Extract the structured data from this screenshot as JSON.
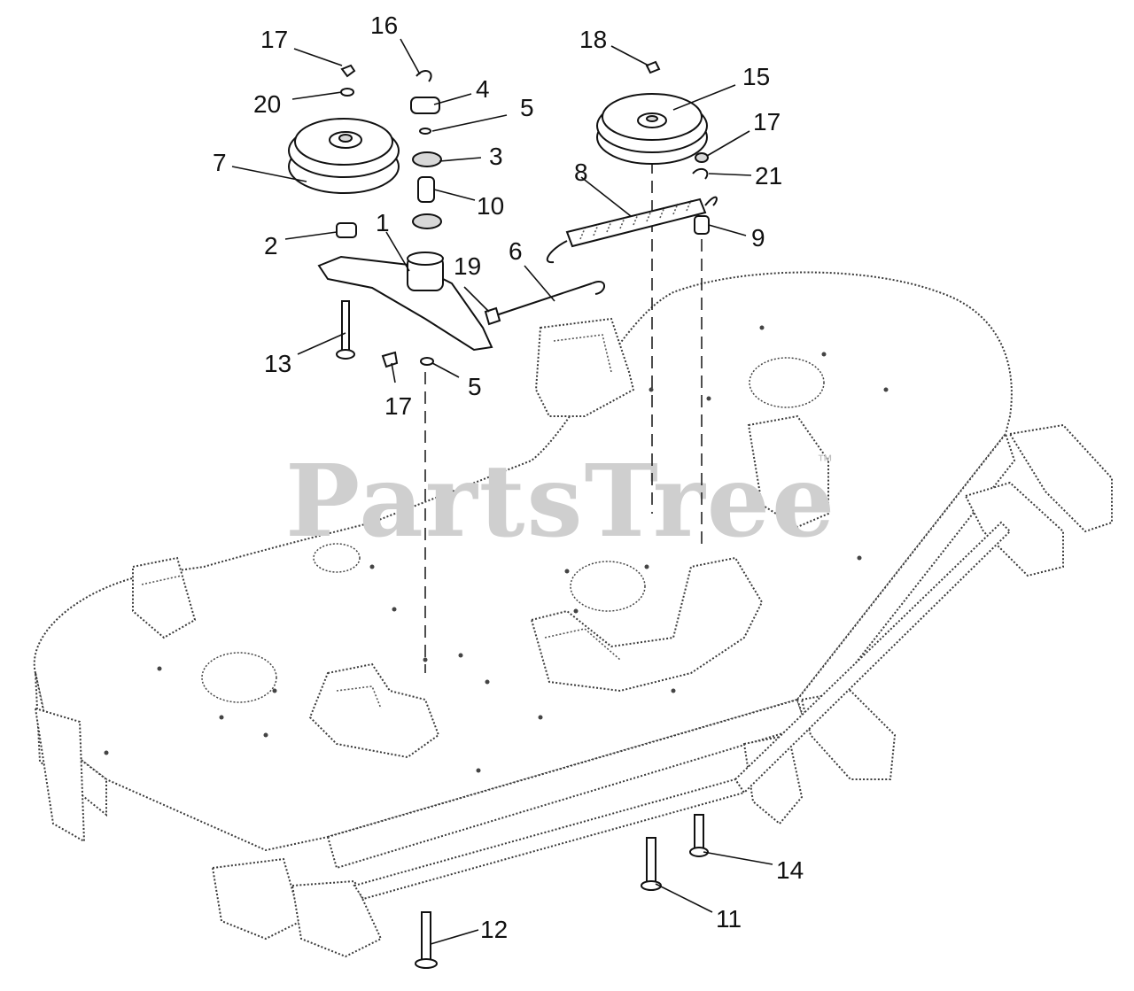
{
  "watermark": {
    "text": "PartsTree",
    "trademark": "™"
  },
  "callouts": [
    {
      "id": "c17a",
      "label": "17"
    },
    {
      "id": "c20",
      "label": "20"
    },
    {
      "id": "c7",
      "label": "7"
    },
    {
      "id": "c2",
      "label": "2"
    },
    {
      "id": "c13",
      "label": "13"
    },
    {
      "id": "c17b",
      "label": "17"
    },
    {
      "id": "c16",
      "label": "16"
    },
    {
      "id": "c4",
      "label": "4"
    },
    {
      "id": "c5a",
      "label": "5"
    },
    {
      "id": "c3",
      "label": "3"
    },
    {
      "id": "c10",
      "label": "10"
    },
    {
      "id": "c1",
      "label": "1"
    },
    {
      "id": "c19",
      "label": "19"
    },
    {
      "id": "c6",
      "label": "6"
    },
    {
      "id": "c5b",
      "label": "5"
    },
    {
      "id": "c18",
      "label": "18"
    },
    {
      "id": "c15",
      "label": "15"
    },
    {
      "id": "c17c",
      "label": "17"
    },
    {
      "id": "c8",
      "label": "8"
    },
    {
      "id": "c21",
      "label": "21"
    },
    {
      "id": "c9",
      "label": "9"
    },
    {
      "id": "c14",
      "label": "14"
    },
    {
      "id": "c11",
      "label": "11"
    },
    {
      "id": "c12",
      "label": "12"
    }
  ]
}
